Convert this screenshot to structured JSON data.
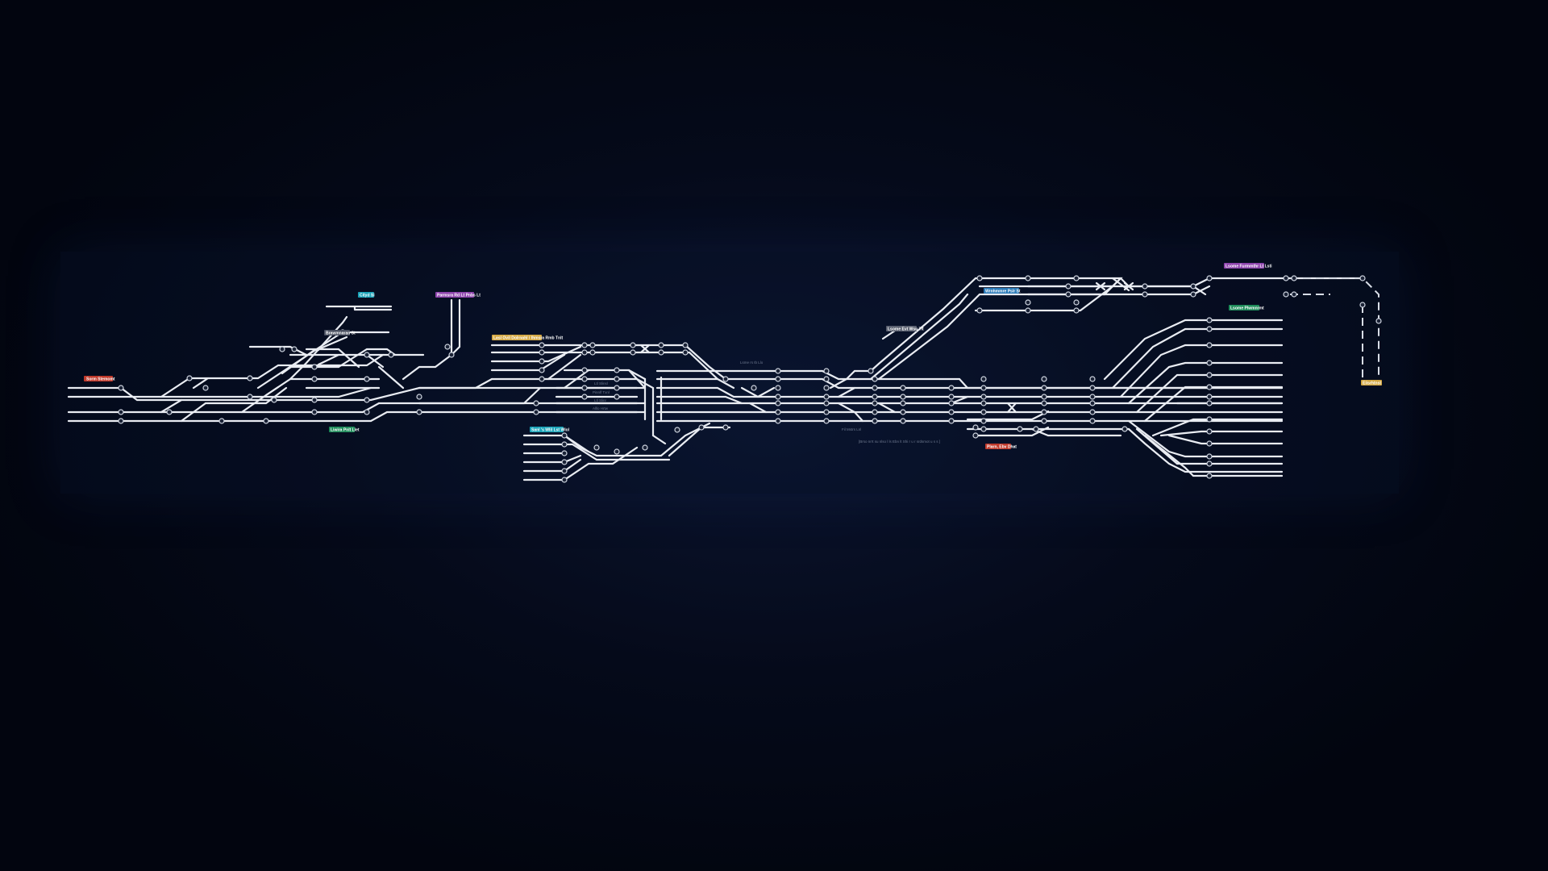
{
  "labels": {
    "red_left": {
      "text": "Sorm Stemomt",
      "color": "#c0392b"
    },
    "cyan_top": {
      "text": "Cityd Si",
      "color": "#1aa3b8"
    },
    "grey_a": {
      "text": "Brawmnaran St",
      "color": "#4a5060"
    },
    "purple_top": {
      "text": "Parmsra Rd Lt Pnbs Lt",
      "color": "#8e44ad"
    },
    "green_bottom_left": {
      "text": "Liwira Pnlt Llet",
      "color": "#1e8c5a"
    },
    "yellow_center": {
      "text": "Lasl Ovil Dolrnahl / Ihmsra Rmb Tnlt",
      "color": "#d4a843"
    },
    "cyan_center": {
      "text": "Sanl 's Wlil Lst Wlol",
      "color": "#1aa3b8"
    },
    "grey_center": {
      "text": "Lsome Evt Wsu Tlt",
      "color": "#5a6070"
    },
    "blue_right": {
      "text": "Wrnhmmre Pslr St",
      "color": "#2a7ab8"
    },
    "purple_right": {
      "text": "Lsome Furmmthr Lt Lsti",
      "color": "#8e44ad"
    },
    "green_right": {
      "text": "Lsome Plwmnrmt",
      "color": "#1e8c5a"
    },
    "red_right": {
      "text": "Plarn, Ebv Dhat",
      "color": "#c0392b"
    },
    "yellow_far_right": {
      "text": "Eiisrhtnst",
      "color": "#d4a843"
    }
  },
  "faint_text": {
    "mid_top": "Lsme rs Ib Llo",
    "mid_bottom": "Fil Mstrs Lnl",
    "caption": "[Brso nrrt su nlso l ls Ebn lt Shi r u r srdsmot u s s ]",
    "platform_1": "Ltl Slinsl",
    "platform_2": "Pinnlf Txnl",
    "platform_3": "Ltl Slinr",
    "platform_4": "Alllo Hrtw"
  },
  "colors": {
    "track": "#e9ecf2",
    "background": "#02050f",
    "signal": "#cfd5e0"
  }
}
